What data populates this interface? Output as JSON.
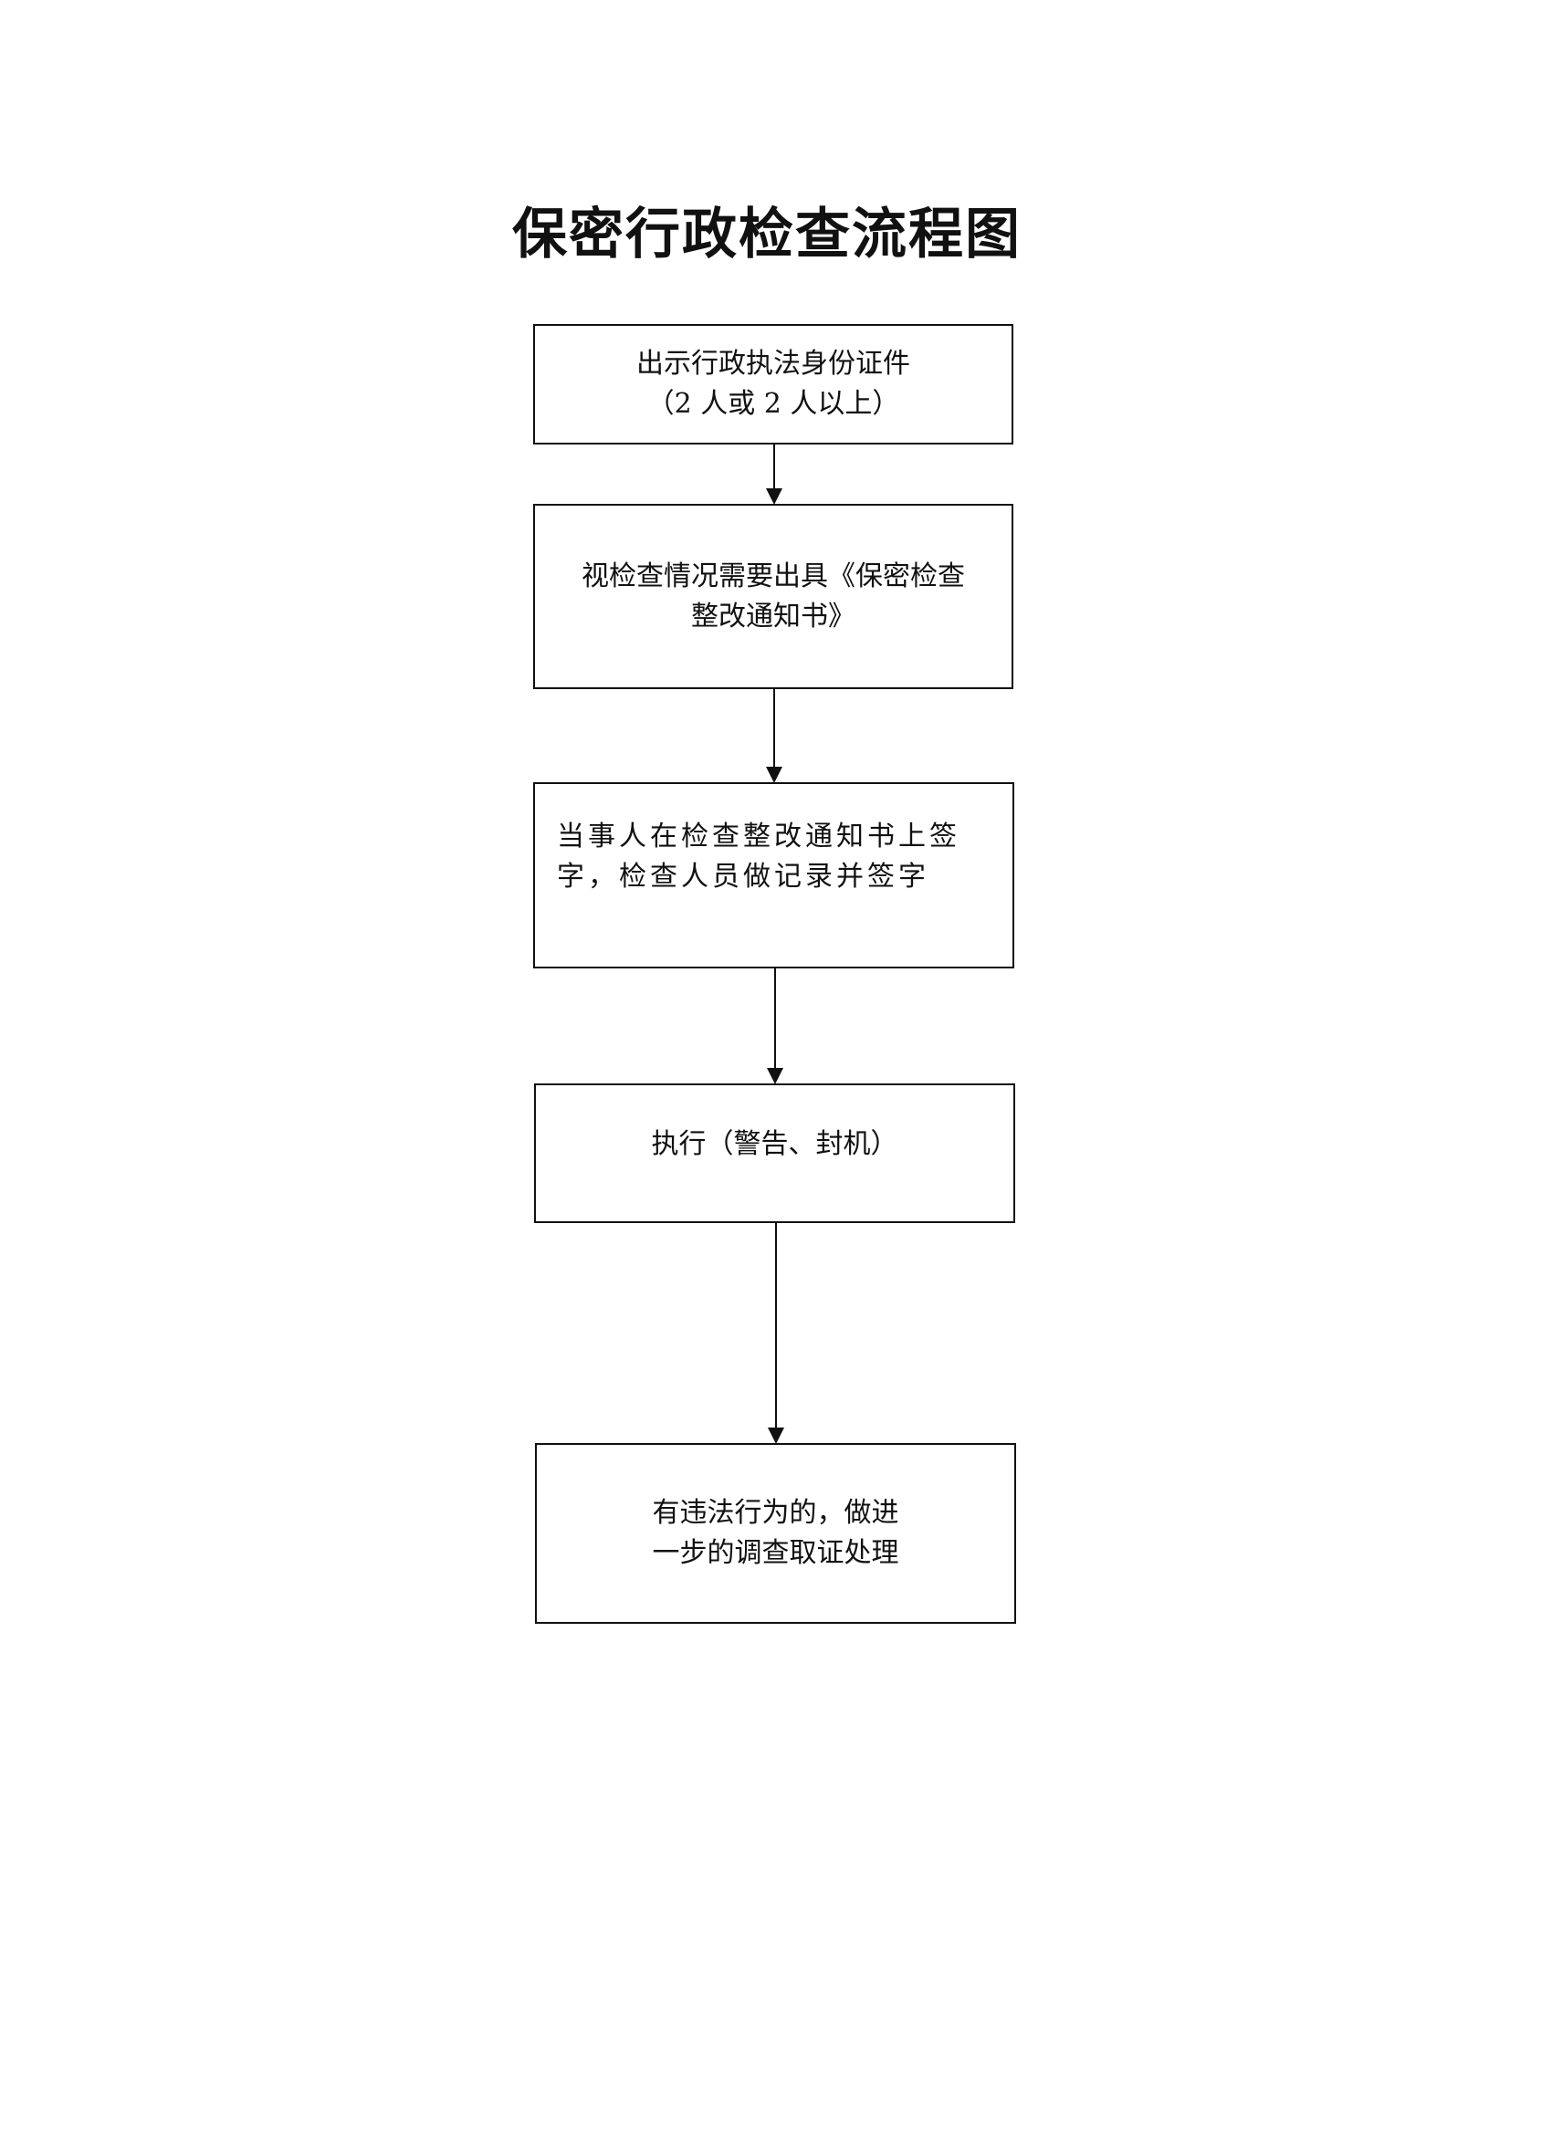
{
  "title": "保密行政检查流程图",
  "steps": [
    {
      "line1": "出示行政执法身份证件",
      "line2": "（2 人或 2 人以上）"
    },
    {
      "line1": "视检查情况需要出具《保密检查",
      "line2": "整改通知书》"
    },
    {
      "line1": "当事人在检查整改通知书上签",
      "line2": "字，检查人员做记录并签字"
    },
    {
      "line1": "执行（警告、封机）"
    },
    {
      "line1": "有违法行为的，做进",
      "line2": "一步的调查取证处理"
    }
  ]
}
